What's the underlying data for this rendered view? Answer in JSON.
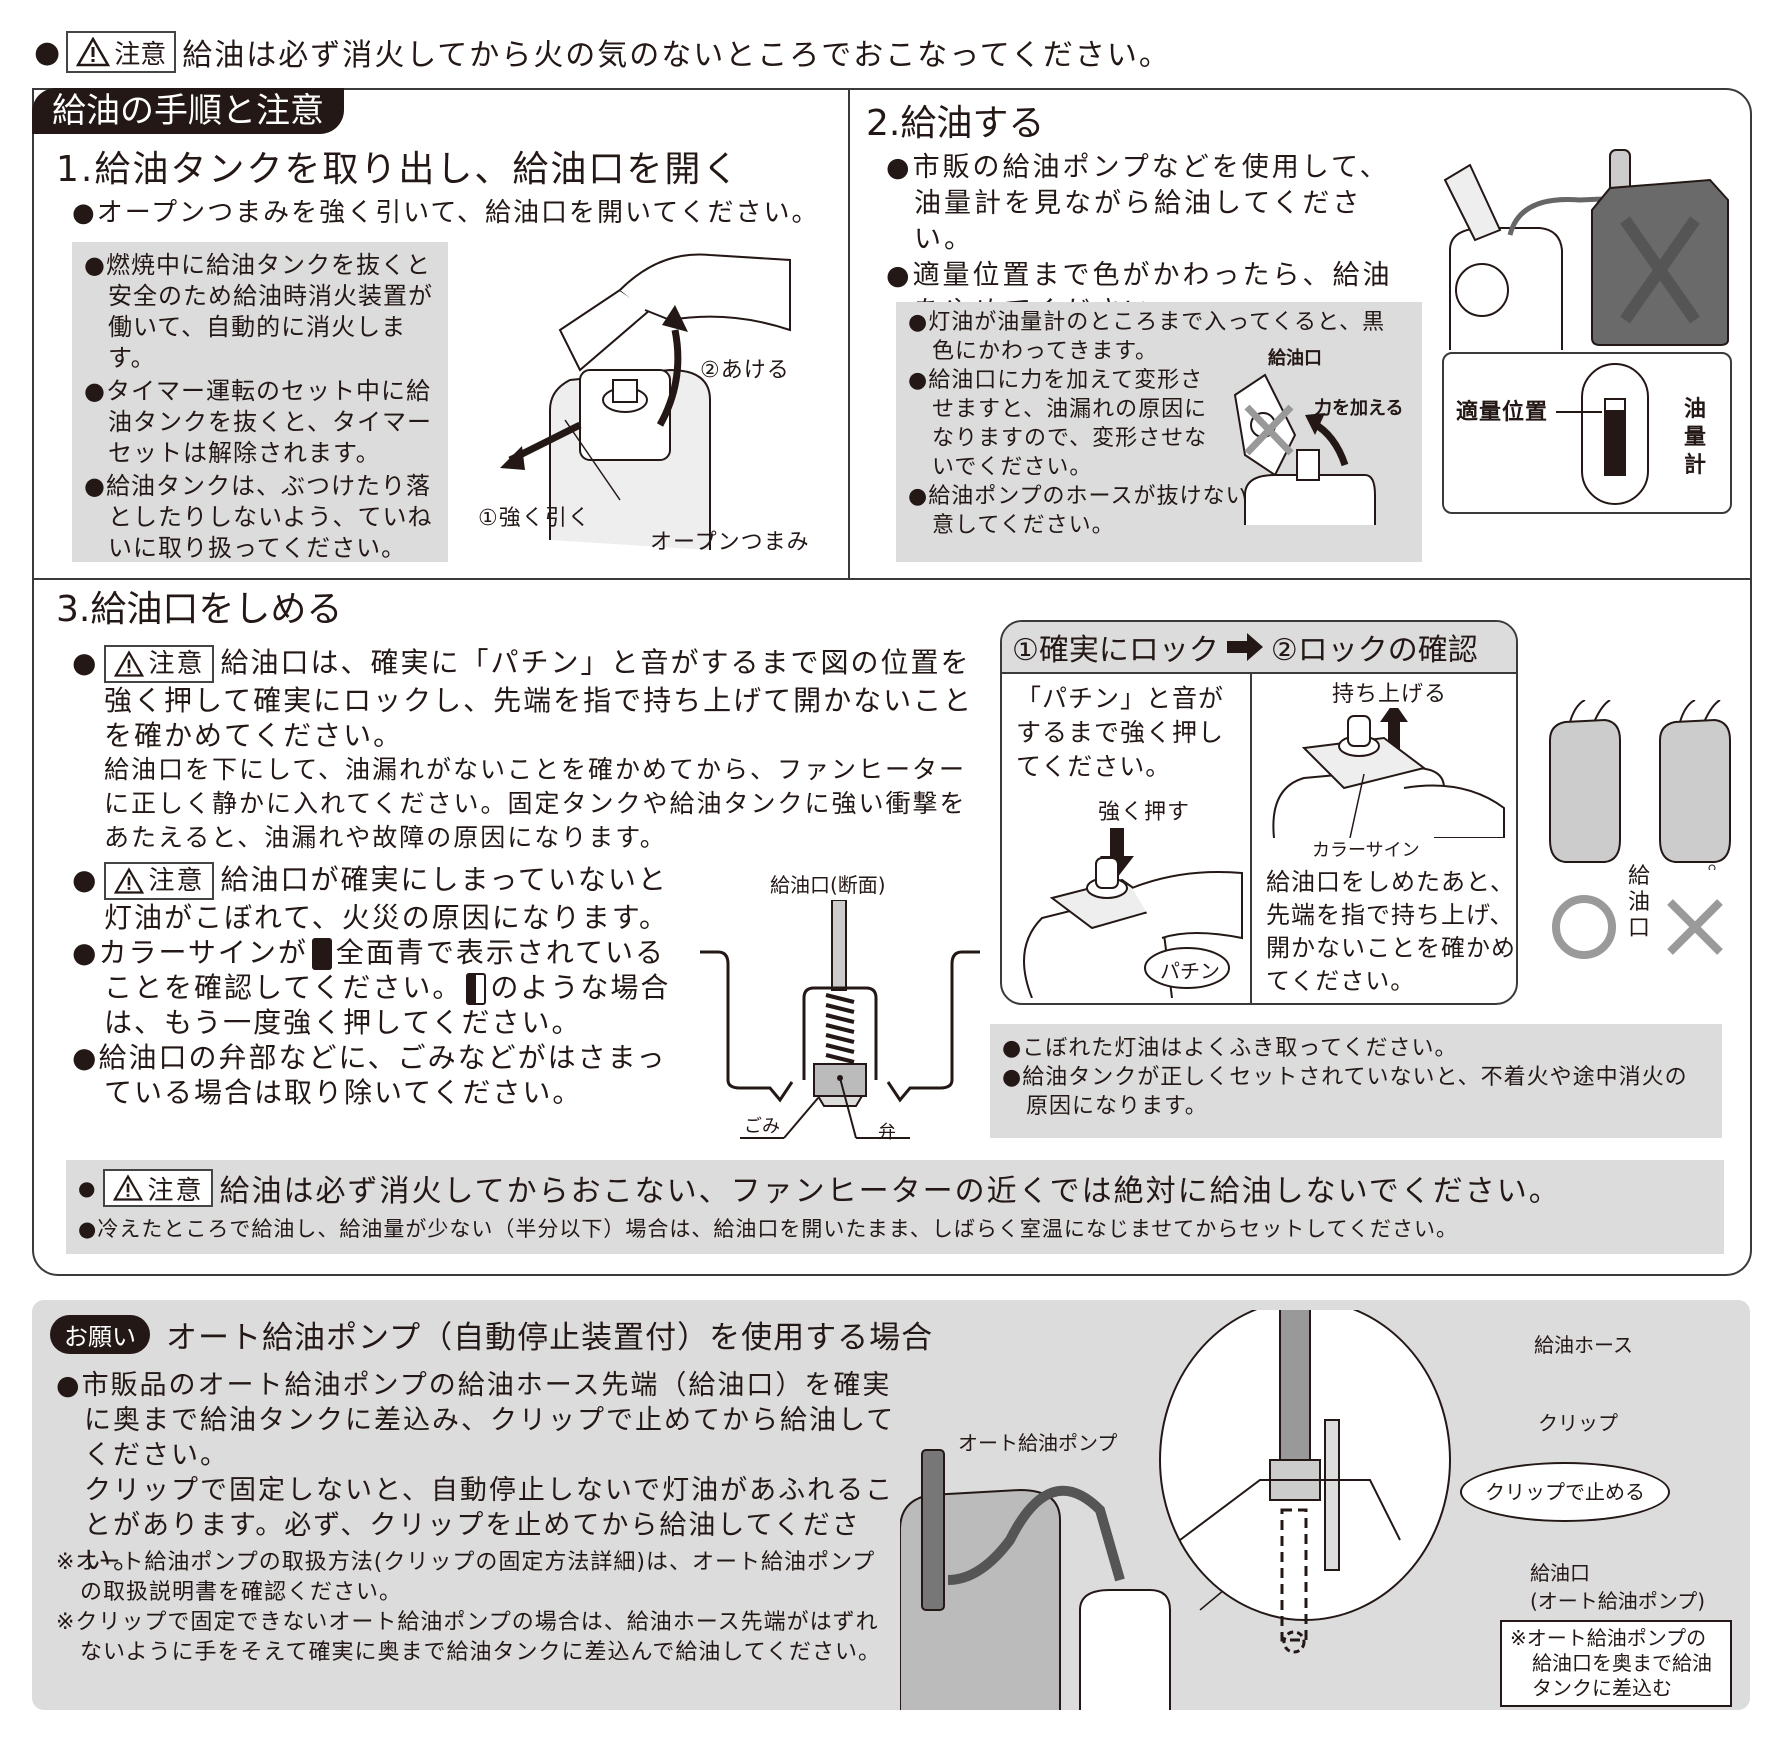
{
  "top_notice": {
    "caution_label": "注意",
    "text": "給油は必ず消火してから火の気のないところでおこなってください。"
  },
  "main_title": "給油の手順と注意",
  "step1": {
    "heading": "1.給油タンクを取り出し、給油口を開く",
    "instruction": "オープンつまみを強く引いて、給油口を開いてください。",
    "notes": [
      "燃焼中に給油タンクを抜くと安全のため給油時消火装置が働いて、自動的に消火します。",
      "タイマー運転のセット中に給油タンクを抜くと、タイマーセットは解除されます。",
      "給油タンクは、ぶつけたり落としたりしないよう、ていねいに取り扱ってください。"
    ],
    "figure_labels": {
      "open": "②あける",
      "pull": "①強く引く",
      "knob": "オープンつまみ"
    }
  },
  "step2": {
    "heading": "2.給油する",
    "instructions": [
      "市販の給油ポンプなどを使用して、油量計を見ながら給油してください。",
      "適量位置まで色がかわったら、給油をやめてください。"
    ],
    "notes": [
      "灯油が油量計のところまで入ってくると、黒色にかわってきます。",
      "給油口に力を加えて変形させますと、油漏れの原因になりますので、変形させないでください。",
      "給油ポンプのホースが抜けないよう注意してください。"
    ],
    "figure_labels": {
      "cap": "給油口",
      "force": "力を加える",
      "proper_level": "適量位置",
      "gauge": "油量計"
    }
  },
  "step3": {
    "heading": "3.給油口をしめる",
    "caution1": {
      "label": "注意",
      "text": "給油口は、確実に「パチン」と音がするまで図の位置を強く押して確実にロックし、先端を指で持ち上げて開かないことを確かめてください。",
      "extra": "給油口を下にして、油漏れがないことを確かめてから、ファンヒーターに正しく静かに入れてください。固定タンクや給油タンクに強い衝撃をあたえると、油漏れや故障の原因になります。"
    },
    "caution2": {
      "label": "注意",
      "text": "給油口が確実にしまっていないと灯油がこぼれて、火災の原因になります。"
    },
    "color_sign": {
      "part1": "カラーサインが",
      "part2": "全面青で表示されていることを確認してください。",
      "part3": "のような場合は、もう一度強く押してください。"
    },
    "debris_note": "給油口の弁部などに、ごみなどがはさまっている場合は取り除いてください。",
    "cross_section": {
      "title": "給油口(断面)",
      "dust": "ごみ",
      "valve": "弁"
    },
    "lock_panel": {
      "header_step1": "①確実にロック",
      "header_step2": "②ロックの確認",
      "left_text": "「パチン」と音がするまで強く押してください。",
      "press_label": "強く押す",
      "click_label": "パチン",
      "lift_label": "持ち上げる",
      "color_sign_label": "カラーサイン",
      "right_text": "給油口をしめたあと、先端を指で持ち上げ、開かないことを確かめてください。"
    },
    "ok_ng": {
      "cap_label": "給油口",
      "ok": "○",
      "ng": "×"
    },
    "notes": [
      "こぼれた灯油はよくふき取ってください。",
      "給油タンクが正しくセットされていないと、不着火や途中消火の原因になります。"
    ]
  },
  "bottom_notice": {
    "caution_label": "注意",
    "text": "給油は必ず消火してからおこない、ファンヒーターの近くでは絶対に給油しないでください。",
    "sub": "冷えたところで給油し、給油量が少ない（半分以下）場合は、給油口を開いたまま、しばらく室温になじませてからセットしてください。"
  },
  "request": {
    "badge": "お願い",
    "title": "オート給油ポンプ（自動停止装置付）を使用する場合",
    "body1": "市販品のオート給油ポンプの給油ホース先端（給油口）を確実に奥まで給油タンクに差込み、クリップで止めてから給油してください。",
    "body2": "クリップで固定しないと、自動停止しないで灯油があふれることがあります。必ず、クリップを止めてから給油してください。",
    "footnotes": [
      "※オート給油ポンプの取扱方法(クリップの固定方法詳細)は、オート給油ポンプの取扱説明書を確認ください。",
      "※クリップで固定できないオート給油ポンプの場合は、給油ホース先端がはずれないように手をそえて確実に奥まで給油タンクに差込んで給油してください。"
    ],
    "figure_labels": {
      "pump": "オート給油ポンプ",
      "hose": "給油ホース",
      "clip": "クリップ",
      "clip_callout": "クリップで止める",
      "nozzle": "給油口",
      "nozzle_sub": "(オート給油ポンプ)",
      "insert_note": "※オート給油ポンプの給油口を奥まで給油タンクに差込む"
    }
  }
}
